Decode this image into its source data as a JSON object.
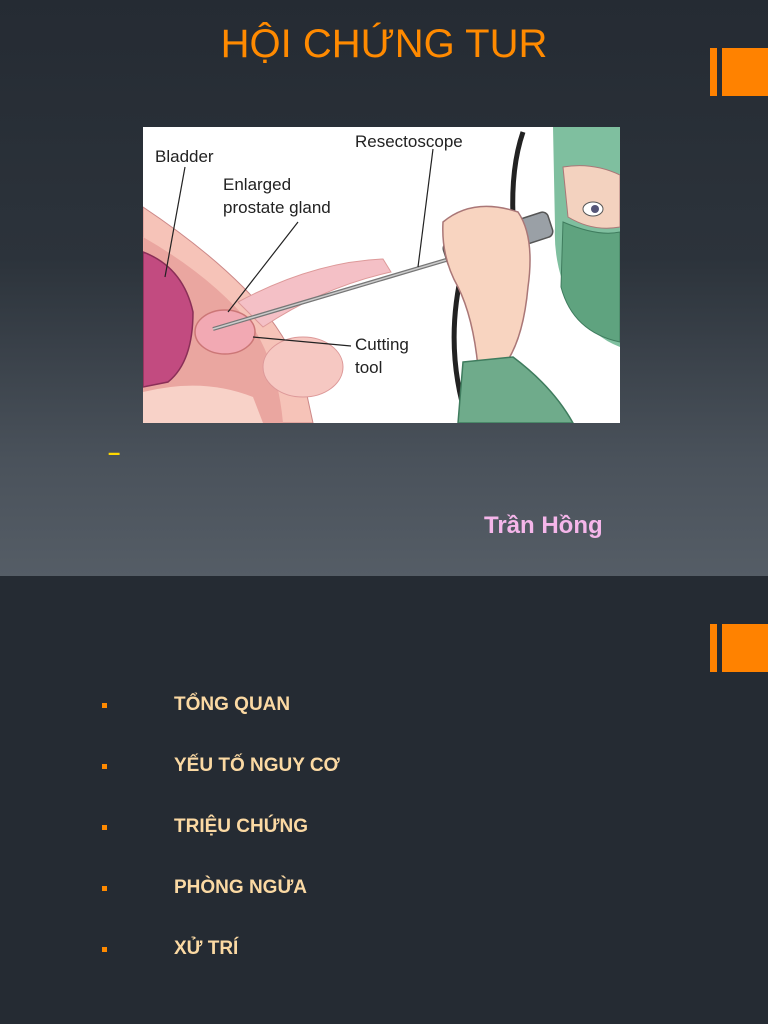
{
  "slide1": {
    "title": "HỘI CHỨNG TUR",
    "figure": {
      "labels": {
        "bladder": "Bladder",
        "enlarged_line1": "Enlarged",
        "enlarged_line2": "prostate gland",
        "resectoscope": "Resectoscope",
        "cutting_line1": "Cutting",
        "cutting_line2": "tool"
      }
    },
    "dash": "–",
    "author": "Trần Hồng"
  },
  "slide2": {
    "agenda": [
      {
        "label": "TỔNG QUAN"
      },
      {
        "label": "YẾU TỐ NGUY CƠ"
      },
      {
        "label": "TRIỆU CHỨNG"
      },
      {
        "label": "PHÒNG NGỪA"
      },
      {
        "label": "XỬ TRÍ"
      }
    ]
  },
  "colors": {
    "accent": "#ff8200",
    "title": "#ff8a00",
    "author": "#f5b6ea",
    "agenda_text": "#fbd9a3",
    "background": "#252b33"
  }
}
